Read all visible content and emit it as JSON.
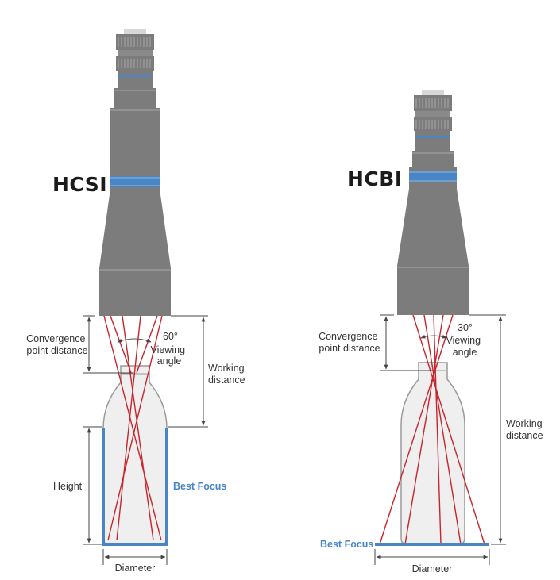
{
  "colors": {
    "lens_body": "#7d7c7d",
    "lens_dark": "#5a5a5a",
    "lens_light": "#a9a9a9",
    "cap": "#d8d8d8",
    "accent_blue": "#4a86c5",
    "ray_red": "#c8242b",
    "bottle_fill": "#efefef",
    "bottle_stroke": "#9a9a9a",
    "dimension": "#444444"
  },
  "hcsi": {
    "title": "HCSI",
    "convergence_label": [
      "Convergence",
      "point distance"
    ],
    "angle_value": "60°",
    "angle_label": [
      "Viewing",
      "angle"
    ],
    "working_label": [
      "Working",
      "distance"
    ],
    "height_label": "Height",
    "best_focus": "Best Focus",
    "diameter_label": "Diameter"
  },
  "hcbi": {
    "title": "HCBI",
    "convergence_label": [
      "Convergence",
      "point distance"
    ],
    "angle_value": "30°",
    "angle_label": [
      "Viewing",
      "angle"
    ],
    "working_label": [
      "Working",
      "distance"
    ],
    "best_focus": "Best Focus",
    "diameter_label": "Diameter"
  }
}
